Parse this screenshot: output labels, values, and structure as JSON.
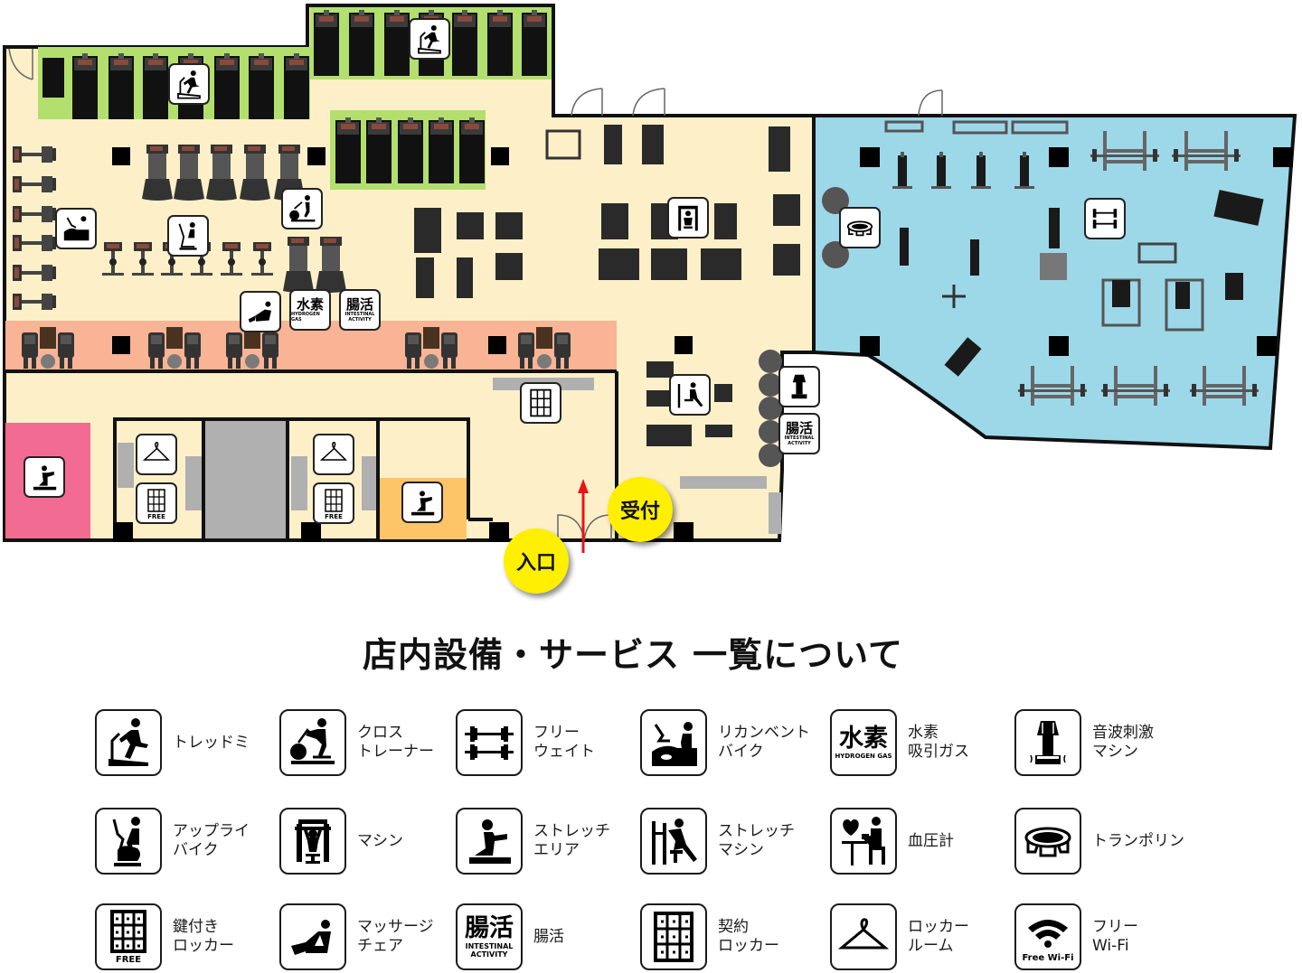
{
  "map": {
    "zones": {
      "cardio": "#b3df6e",
      "floor": "#fdf0c8",
      "free_weight": "#9dd8e9",
      "massage_row": "#f9b395",
      "stretch_pink": "#f26b93",
      "stretch_orange": "#fdc468",
      "corridor_gray": "#b0b0b0"
    },
    "pins": {
      "entrance": "入口",
      "reception": "受付"
    },
    "entrance_arrow_color": "#e8141a",
    "badges": {
      "hydrogen_main": "水素",
      "hydrogen_sub": "HYDROGEN GAS",
      "intestinal_main": "腸活",
      "intestinal_sub1": "INTESTINAL",
      "intestinal_sub2": "ACTIVITY",
      "free": "FREE"
    }
  },
  "legend": {
    "title": "店内設備・サービス 一覧について",
    "items": [
      {
        "icon": "treadmill-icon",
        "label": "トレッドミ"
      },
      {
        "icon": "cross-trainer-icon",
        "label": "クロス\nトレーナー"
      },
      {
        "icon": "free-weight-icon",
        "label": "フリー\nウェイト"
      },
      {
        "icon": "recumbent-bike-icon",
        "label": "リカンベント\nバイク"
      },
      {
        "icon": "hydrogen-gas-icon",
        "label": "水素\n吸引ガス",
        "badge_main": "水素",
        "badge_sub": "HYDROGEN GAS"
      },
      {
        "icon": "sonic-vibration-icon",
        "label": "音波刺激\nマシン"
      },
      {
        "icon": "upright-bike-icon",
        "label": "アップライ\nバイク"
      },
      {
        "icon": "machine-icon",
        "label": "マシン"
      },
      {
        "icon": "stretch-area-icon",
        "label": "ストレッチ\nエリア"
      },
      {
        "icon": "stretch-machine-icon",
        "label": "ストレッチ\nマシン"
      },
      {
        "icon": "blood-pressure-icon",
        "label": "血圧計"
      },
      {
        "icon": "trampoline-icon",
        "label": "トランポリン"
      },
      {
        "icon": "free-locker-icon",
        "label": "鍵付き\nロッカー",
        "badge_sub": "FREE"
      },
      {
        "icon": "massage-chair-icon",
        "label": "マッサージ\nチェア"
      },
      {
        "icon": "intestinal-activity-icon",
        "label": "腸活",
        "badge_main": "腸活",
        "badge_sub": "INTESTINAL ACTIVITY"
      },
      {
        "icon": "contract-locker-icon",
        "label": "契約\nロッカー"
      },
      {
        "icon": "locker-room-icon",
        "label": "ロッカー\nルーム"
      },
      {
        "icon": "free-wifi-icon",
        "label": "フリー\nWi-Fi",
        "badge_sub": "Free Wi-Fi"
      }
    ]
  }
}
